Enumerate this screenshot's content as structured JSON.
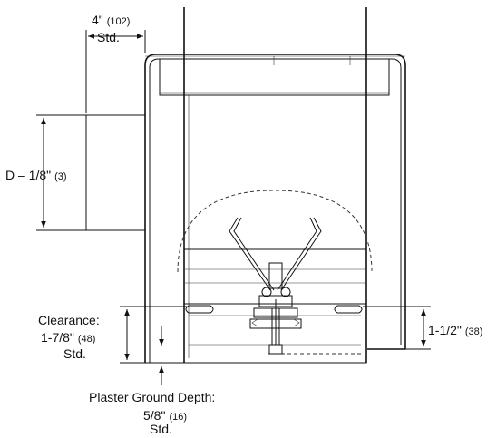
{
  "dimensions": {
    "top_width": {
      "value": "4\"",
      "metric": "(102)",
      "note": "Std."
    },
    "depth": {
      "value": "D – 1/8\"",
      "metric": "(3)"
    },
    "clearance": {
      "title": "Clearance:",
      "value": "1-7/8\"",
      "metric": "(48)",
      "note": "Std."
    },
    "right_height": {
      "value": "1-1/2\"",
      "metric": "(38)"
    },
    "plaster": {
      "title": "Plaster Ground Depth:",
      "value": "5/8\"",
      "metric": "(16)",
      "note": "Std."
    }
  }
}
